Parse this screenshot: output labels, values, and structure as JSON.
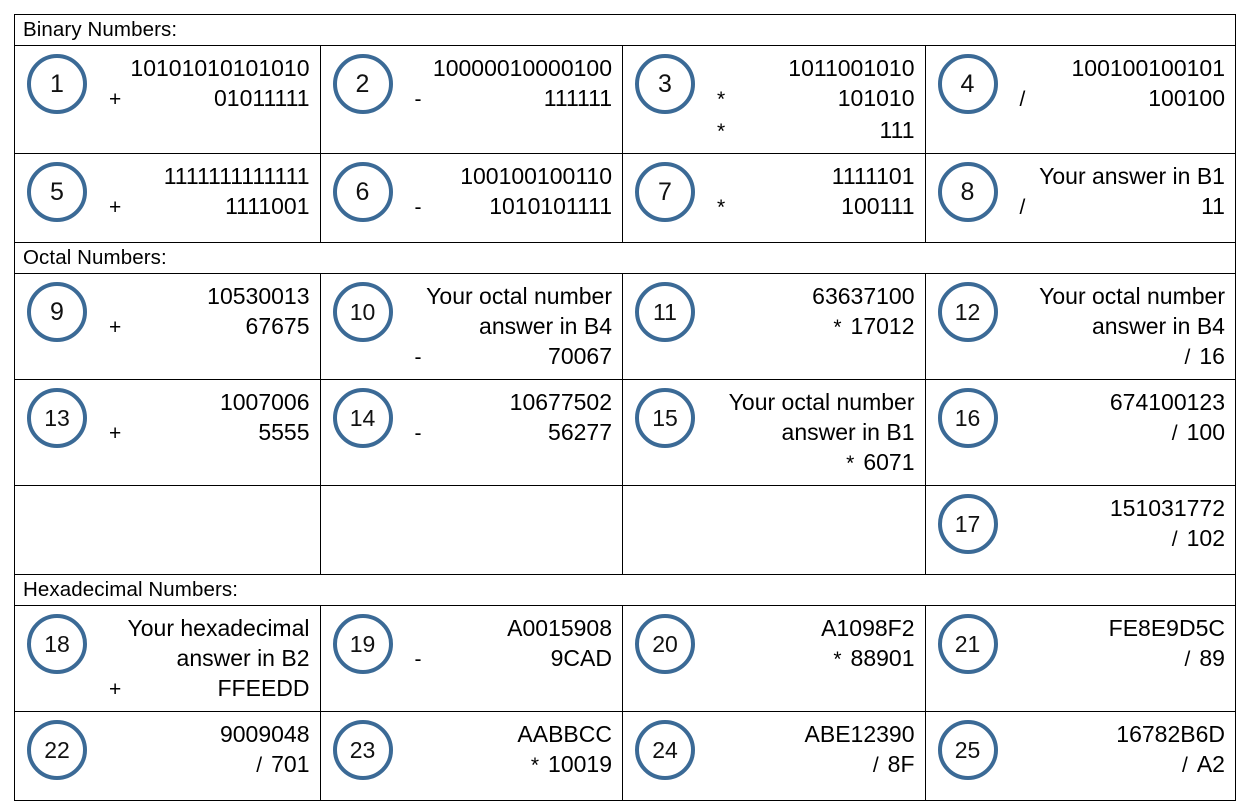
{
  "worksheet": {
    "sections": [
      {
        "id": "binary",
        "header": "Binary Numbers:",
        "rows": [
          {
            "cells": [
              {
                "n": "1",
                "lines": [
                  {
                    "kind": "operand",
                    "operand": "10101010101010"
                  },
                  {
                    "kind": "op",
                    "op": "+",
                    "operand": "01011111"
                  }
                ]
              },
              {
                "n": "2",
                "lines": [
                  {
                    "kind": "operand",
                    "operand": "10000010000100"
                  },
                  {
                    "kind": "op",
                    "op": "-",
                    "operand": "111111"
                  }
                ]
              },
              {
                "n": "3",
                "lines": [
                  {
                    "kind": "operand",
                    "operand": "1011001010"
                  },
                  {
                    "kind": "op",
                    "op": "*",
                    "operand": "101010"
                  },
                  {
                    "kind": "op",
                    "op": "*",
                    "operand": "111"
                  }
                ]
              },
              {
                "n": "4",
                "lines": [
                  {
                    "kind": "operand",
                    "operand": "100100100101"
                  },
                  {
                    "kind": "op",
                    "op": "/",
                    "operand": "100100"
                  }
                ]
              }
            ]
          },
          {
            "cells": [
              {
                "n": "5",
                "lines": [
                  {
                    "kind": "operand",
                    "operand": "1111111111111"
                  },
                  {
                    "kind": "op",
                    "op": "+",
                    "operand": "1111001"
                  }
                ]
              },
              {
                "n": "6",
                "lines": [
                  {
                    "kind": "operand",
                    "operand": "100100100110"
                  },
                  {
                    "kind": "op",
                    "op": "-",
                    "operand": "1010101111"
                  }
                ]
              },
              {
                "n": "7",
                "lines": [
                  {
                    "kind": "operand",
                    "operand": "1111101"
                  },
                  {
                    "kind": "op",
                    "op": "*",
                    "operand": "100111"
                  }
                ]
              },
              {
                "n": "8",
                "lines": [
                  {
                    "kind": "text",
                    "text": "Your answer in B1"
                  },
                  {
                    "kind": "op",
                    "op": "/",
                    "operand": "11"
                  }
                ]
              }
            ]
          }
        ]
      },
      {
        "id": "octal",
        "header": "Octal Numbers:",
        "rows": [
          {
            "cells": [
              {
                "n": "9",
                "lines": [
                  {
                    "kind": "operand",
                    "operand": "10530013"
                  },
                  {
                    "kind": "op",
                    "op": "+",
                    "operand": "67675"
                  }
                ]
              },
              {
                "n": "10",
                "lines": [
                  {
                    "kind": "text",
                    "text": "Your octal number"
                  },
                  {
                    "kind": "text",
                    "text": "answer in B4"
                  },
                  {
                    "kind": "op",
                    "op": "-",
                    "operand": "70067"
                  }
                ]
              },
              {
                "n": "11",
                "lines": [
                  {
                    "kind": "operand",
                    "operand": "63637100"
                  },
                  {
                    "kind": "op-tight",
                    "op": "*",
                    "operand": "17012"
                  }
                ]
              },
              {
                "n": "12",
                "lines": [
                  {
                    "kind": "text",
                    "text": "Your octal number"
                  },
                  {
                    "kind": "text",
                    "text": "answer in B4"
                  },
                  {
                    "kind": "op-tight",
                    "op": "/",
                    "operand": "16"
                  }
                ]
              }
            ]
          },
          {
            "cells": [
              {
                "n": "13",
                "lines": [
                  {
                    "kind": "operand",
                    "operand": "1007006"
                  },
                  {
                    "kind": "op",
                    "op": "+",
                    "operand": "5555"
                  }
                ]
              },
              {
                "n": "14",
                "lines": [
                  {
                    "kind": "operand",
                    "operand": "10677502"
                  },
                  {
                    "kind": "op",
                    "op": "-",
                    "operand": "56277"
                  }
                ]
              },
              {
                "n": "15",
                "lines": [
                  {
                    "kind": "text",
                    "text": "Your octal number"
                  },
                  {
                    "kind": "text",
                    "text": "answer in B1"
                  },
                  {
                    "kind": "op-tight",
                    "op": "*",
                    "operand": "6071"
                  }
                ]
              },
              {
                "n": "16",
                "lines": [
                  {
                    "kind": "operand",
                    "operand": "674100123"
                  },
                  {
                    "kind": "op-tight",
                    "op": "/",
                    "operand": "100"
                  }
                ]
              }
            ]
          },
          {
            "cells": [
              {
                "n": "",
                "lines": []
              },
              {
                "n": "",
                "lines": []
              },
              {
                "n": "",
                "lines": []
              },
              {
                "n": "17",
                "lines": [
                  {
                    "kind": "operand",
                    "operand": "151031772"
                  },
                  {
                    "kind": "op-tight",
                    "op": "/",
                    "operand": "102"
                  }
                ]
              }
            ]
          }
        ]
      },
      {
        "id": "hexadecimal",
        "header": "Hexadecimal Numbers:",
        "rows": [
          {
            "cells": [
              {
                "n": "18",
                "lines": [
                  {
                    "kind": "text",
                    "text": "Your hexadecimal"
                  },
                  {
                    "kind": "text",
                    "text": "answer in B2"
                  },
                  {
                    "kind": "op",
                    "op": "+",
                    "operand": "FFEEDD"
                  }
                ]
              },
              {
                "n": "19",
                "lines": [
                  {
                    "kind": "operand",
                    "operand": "A0015908"
                  },
                  {
                    "kind": "op",
                    "op": "-",
                    "operand": "9CAD"
                  }
                ]
              },
              {
                "n": "20",
                "lines": [
                  {
                    "kind": "operand",
                    "operand": "A1098F2"
                  },
                  {
                    "kind": "op-tight",
                    "op": "*",
                    "operand": "88901"
                  }
                ]
              },
              {
                "n": "21",
                "lines": [
                  {
                    "kind": "operand",
                    "operand": "FE8E9D5C"
                  },
                  {
                    "kind": "op-tight",
                    "op": "/",
                    "operand": "89"
                  }
                ]
              }
            ]
          },
          {
            "cells": [
              {
                "n": "22",
                "lines": [
                  {
                    "kind": "operand",
                    "operand": "9009048"
                  },
                  {
                    "kind": "op-tight",
                    "op": "/",
                    "operand": "701"
                  }
                ]
              },
              {
                "n": "23",
                "lines": [
                  {
                    "kind": "operand",
                    "operand": "AABBCC"
                  },
                  {
                    "kind": "op-tight",
                    "op": "*",
                    "operand": "10019"
                  }
                ]
              },
              {
                "n": "24",
                "lines": [
                  {
                    "kind": "operand",
                    "operand": "ABE12390"
                  },
                  {
                    "kind": "op-tight",
                    "op": "/",
                    "operand": "8F"
                  }
                ]
              },
              {
                "n": "25",
                "lines": [
                  {
                    "kind": "operand",
                    "operand": "16782B6D"
                  },
                  {
                    "kind": "op-tight",
                    "op": "/",
                    "operand": "A2"
                  }
                ]
              }
            ]
          }
        ]
      }
    ],
    "colors": {
      "badge_ring": "#3B6A96",
      "border": "#000000",
      "text": "#000000",
      "background": "#ffffff"
    }
  }
}
